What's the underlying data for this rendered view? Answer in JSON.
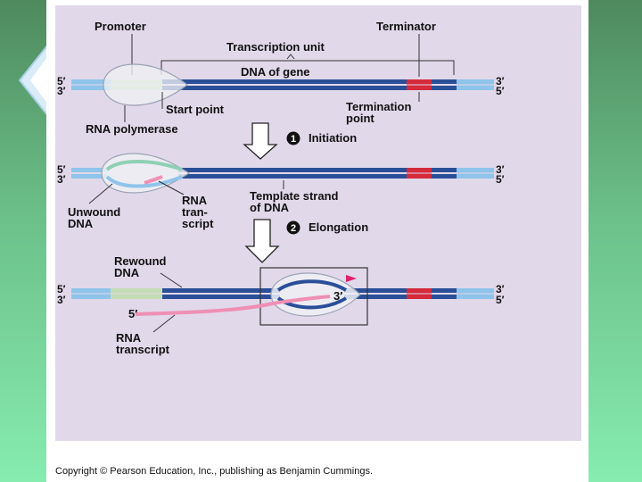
{
  "labels": {
    "promoter": "Promoter",
    "terminator": "Terminator",
    "transcription_unit": "Transcription unit",
    "dna_of_gene": "DNA of gene",
    "start_point": "Start point",
    "termination_point_1": "Termination",
    "termination_point_2": "point",
    "rna_polymerase": "RNA polymerase",
    "unwound_dna_1": "Unwound",
    "unwound_dna_2": "DNA",
    "rna_transcript_short_1": "RNA",
    "rna_transcript_short_2": "tran-",
    "rna_transcript_short_3": "script",
    "template_strand_1": "Template strand",
    "template_strand_2": "of DNA",
    "rewound_dna_1": "Rewound",
    "rewound_dna_2": "DNA",
    "rna_transcript_1": "RNA",
    "rna_transcript_2": "transcript",
    "rna_5prime": "5′",
    "rna_3prime": "3′"
  },
  "steps": [
    {
      "number": "1",
      "label": "Initiation"
    },
    {
      "number": "2",
      "label": "Elongation"
    }
  ],
  "strand_ends": {
    "top_left": "5′",
    "bottom_left": "3′",
    "top_right": "3′",
    "bottom_right": "5′"
  },
  "colors": {
    "dna_dark": "#2a4f98",
    "dna_light": "#8fc4ea",
    "promoter": "#c5ddb6",
    "terminator": "#d42a3c",
    "rna": "#ef8fb4",
    "polymerase": "#eef0f4",
    "diagram_bg": "#e1d8ea"
  },
  "copyright": "Copyright © Pearson Education, Inc., publishing as Benjamin Cummings."
}
